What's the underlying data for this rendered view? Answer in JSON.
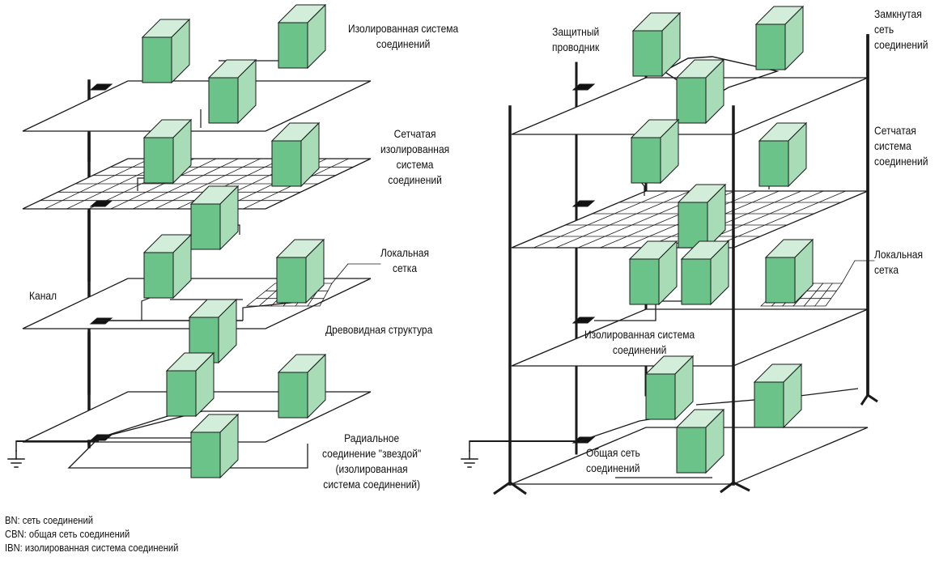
{
  "colors": {
    "box_front": "#6cc38a",
    "box_side": "#a7dcb7",
    "box_top": "#d2eedb",
    "line": "#1a1a1a"
  },
  "left": {
    "isolated_bn": [
      "Изолированная система",
      "соединений"
    ],
    "mesh_ibn": [
      "Сетчатая",
      "изолированная",
      "система",
      "соединений"
    ],
    "local_mesh": [
      "Локальная",
      "сетка"
    ],
    "channel": "Канал",
    "tree": "Древовидная структура",
    "star": [
      "Радиальное",
      "соединение \"звездой\"",
      "(изолированная",
      "система соединений)"
    ]
  },
  "right": {
    "protective_conductor": [
      "Защитный",
      "проводник"
    ],
    "closed_bn": [
      "Замкнутая",
      "сеть",
      "соединений"
    ],
    "mesh_bn": [
      "Сетчатая",
      "система",
      "соединений"
    ],
    "local_mesh": [
      "Локальная",
      "сетка"
    ],
    "isolated_bn": [
      "Изолированная система",
      "соединений"
    ],
    "common_bn": [
      "Общая сеть",
      "соединений"
    ]
  },
  "legend": [
    "BN: сеть соединений",
    "CBN: общая сеть соединений",
    "IBN: изолированная система соединений"
  ],
  "icons": [
    "ground-symbol-icon",
    "equipment-cabinet-icon"
  ]
}
